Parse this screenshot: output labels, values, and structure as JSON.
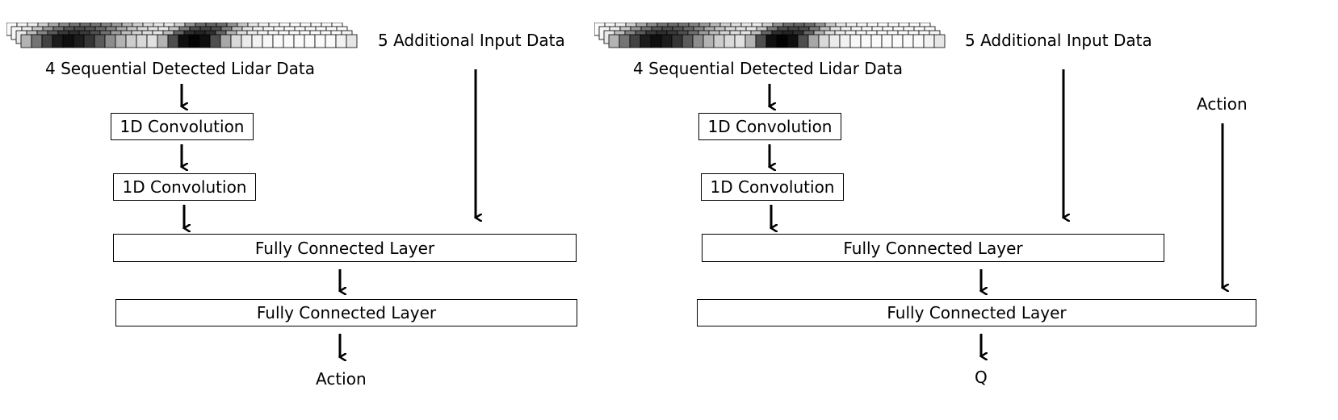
{
  "actor": {
    "lidar_label": "4 Sequential Detected Lidar Data",
    "additional_label": "5 Additional Input Data",
    "conv1": "1D Convolution",
    "conv2": "1D Convolution",
    "fc1": "Fully Connected Layer",
    "fc2": "Fully Connected Layer",
    "output": "Action"
  },
  "critic": {
    "lidar_label": "4 Sequential Detected Lidar Data",
    "additional_label": "5 Additional Input Data",
    "action_input_label": "Action",
    "conv1": "1D Convolution",
    "conv2": "1D Convolution",
    "fc1": "Fully Connected Layer",
    "fc2": "Fully Connected Layer",
    "output": "Q"
  },
  "lidar_pattern": [
    0.02,
    0.05,
    0.1,
    0.3,
    0.55,
    0.75,
    0.9,
    0.95,
    0.9,
    0.8,
    0.65,
    0.45,
    0.3,
    0.2,
    0.15,
    0.12,
    0.3,
    0.7,
    0.95,
    1.0,
    0.95,
    0.7,
    0.35,
    0.15,
    0.08,
    0.05,
    0.03,
    0.02,
    0.02,
    0.02,
    0.02,
    0.02
  ]
}
